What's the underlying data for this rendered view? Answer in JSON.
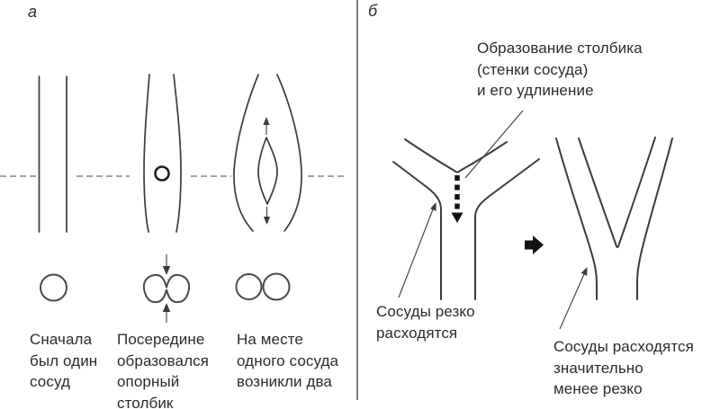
{
  "colors": {
    "bg": "#ffffff",
    "ink": "#2b2b2b",
    "line": "#3c3c3c",
    "dash": "#6b6b6b",
    "black": "#111111"
  },
  "panel_a": {
    "label": "а",
    "stages": [
      {
        "name": "single-vessel",
        "caption": "Сначала\nбыл один\nсосуд"
      },
      {
        "name": "pillar-forms",
        "caption": "Посередине\nобразовался\nопорный\nстолбик"
      },
      {
        "name": "two-vessels",
        "caption": "На месте\nодного сосуда\nвозникли два"
      }
    ]
  },
  "panel_b": {
    "label": "б",
    "annotations": {
      "pillar": "Образование столбика\n(стенки сосуда)\nи его удлинение",
      "sharp": "Сосуды резко\nрасходятся",
      "gentle": "Сосуды расходятся\nзначительно\nменее резко"
    }
  }
}
